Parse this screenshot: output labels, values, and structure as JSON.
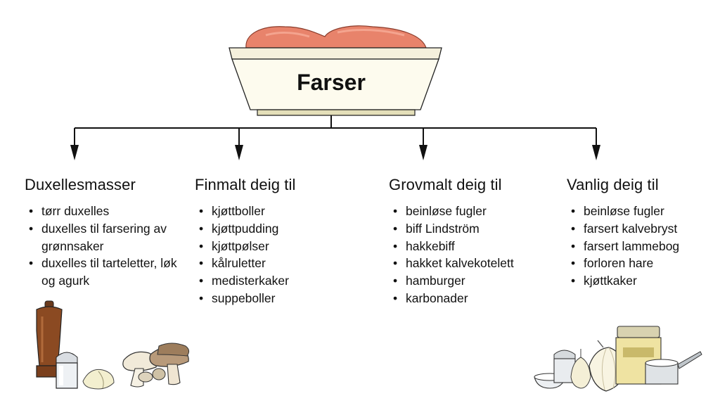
{
  "title": "Farser",
  "categories": [
    {
      "heading": "Duxellesmasser",
      "items": [
        "tørr duxelles",
        "duxelles til farsering av grønnsaker",
        "duxelles til tarteletter, løk og agurk"
      ]
    },
    {
      "heading": "Finmalt deig til",
      "items": [
        "kjøttboller",
        "kjøttpudding",
        "kjøttpølser",
        "kålruletter",
        "medisterkaker",
        "suppeboller"
      ]
    },
    {
      "heading": "Grovmalt deig til",
      "items": [
        "beinløse fugler",
        "biff Lindström",
        "hakkebiff",
        "hakket kalvekotelett",
        "hamburger",
        "karbonader"
      ]
    },
    {
      "heading": "Vanlig deig til",
      "items": [
        "beinløse fugler",
        "farsert kalvebryst",
        "farsert lammebog",
        "forloren hare",
        "kjøttkaker"
      ]
    }
  ],
  "illustrations": {
    "bowl": "bowl-of-minced-meat-illustration",
    "left": "pepper-mill-salt-garlic-mushrooms-illustration",
    "right": "salt-garlic-onion-mustard-jar-pan-illustration"
  }
}
